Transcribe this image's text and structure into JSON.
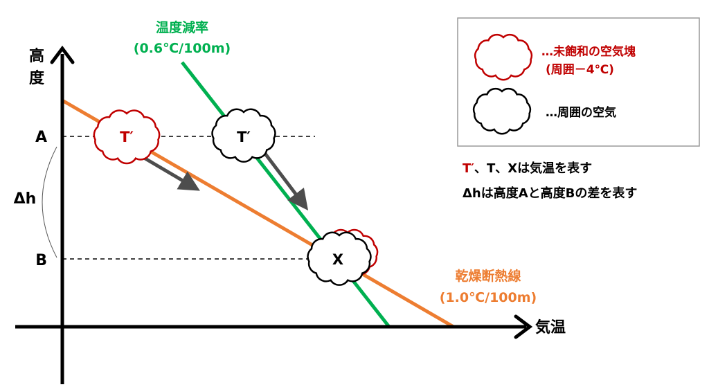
{
  "axes": {
    "y_label_1": "高",
    "y_label_2": "度",
    "x_label": "気温"
  },
  "levels": {
    "a": "A",
    "b": "B",
    "delta": "Δh"
  },
  "lapse_rate": {
    "title": "温度減率",
    "value": "(0.6℃/100m)"
  },
  "dry_adiabat": {
    "title": "乾燥断熱線",
    "value": "(1.0℃/100m)"
  },
  "parcels": {
    "red_label": "T′",
    "black_label": "T′",
    "x_label": "X"
  },
  "legend": {
    "red_line1": "…未飽和の空気塊",
    "red_line2": "(周囲－4℃)",
    "black_line": "…周囲の空気"
  },
  "notes": {
    "line1_red": "T′",
    "line1_rest": "、T、Xは気温を表す",
    "line2": "Δhは高度Aと高度Bの差を表す"
  },
  "colors": {
    "red": "#c00000",
    "green": "#00b050",
    "orange": "#ed7d31",
    "gray": "#4d4d4d"
  }
}
